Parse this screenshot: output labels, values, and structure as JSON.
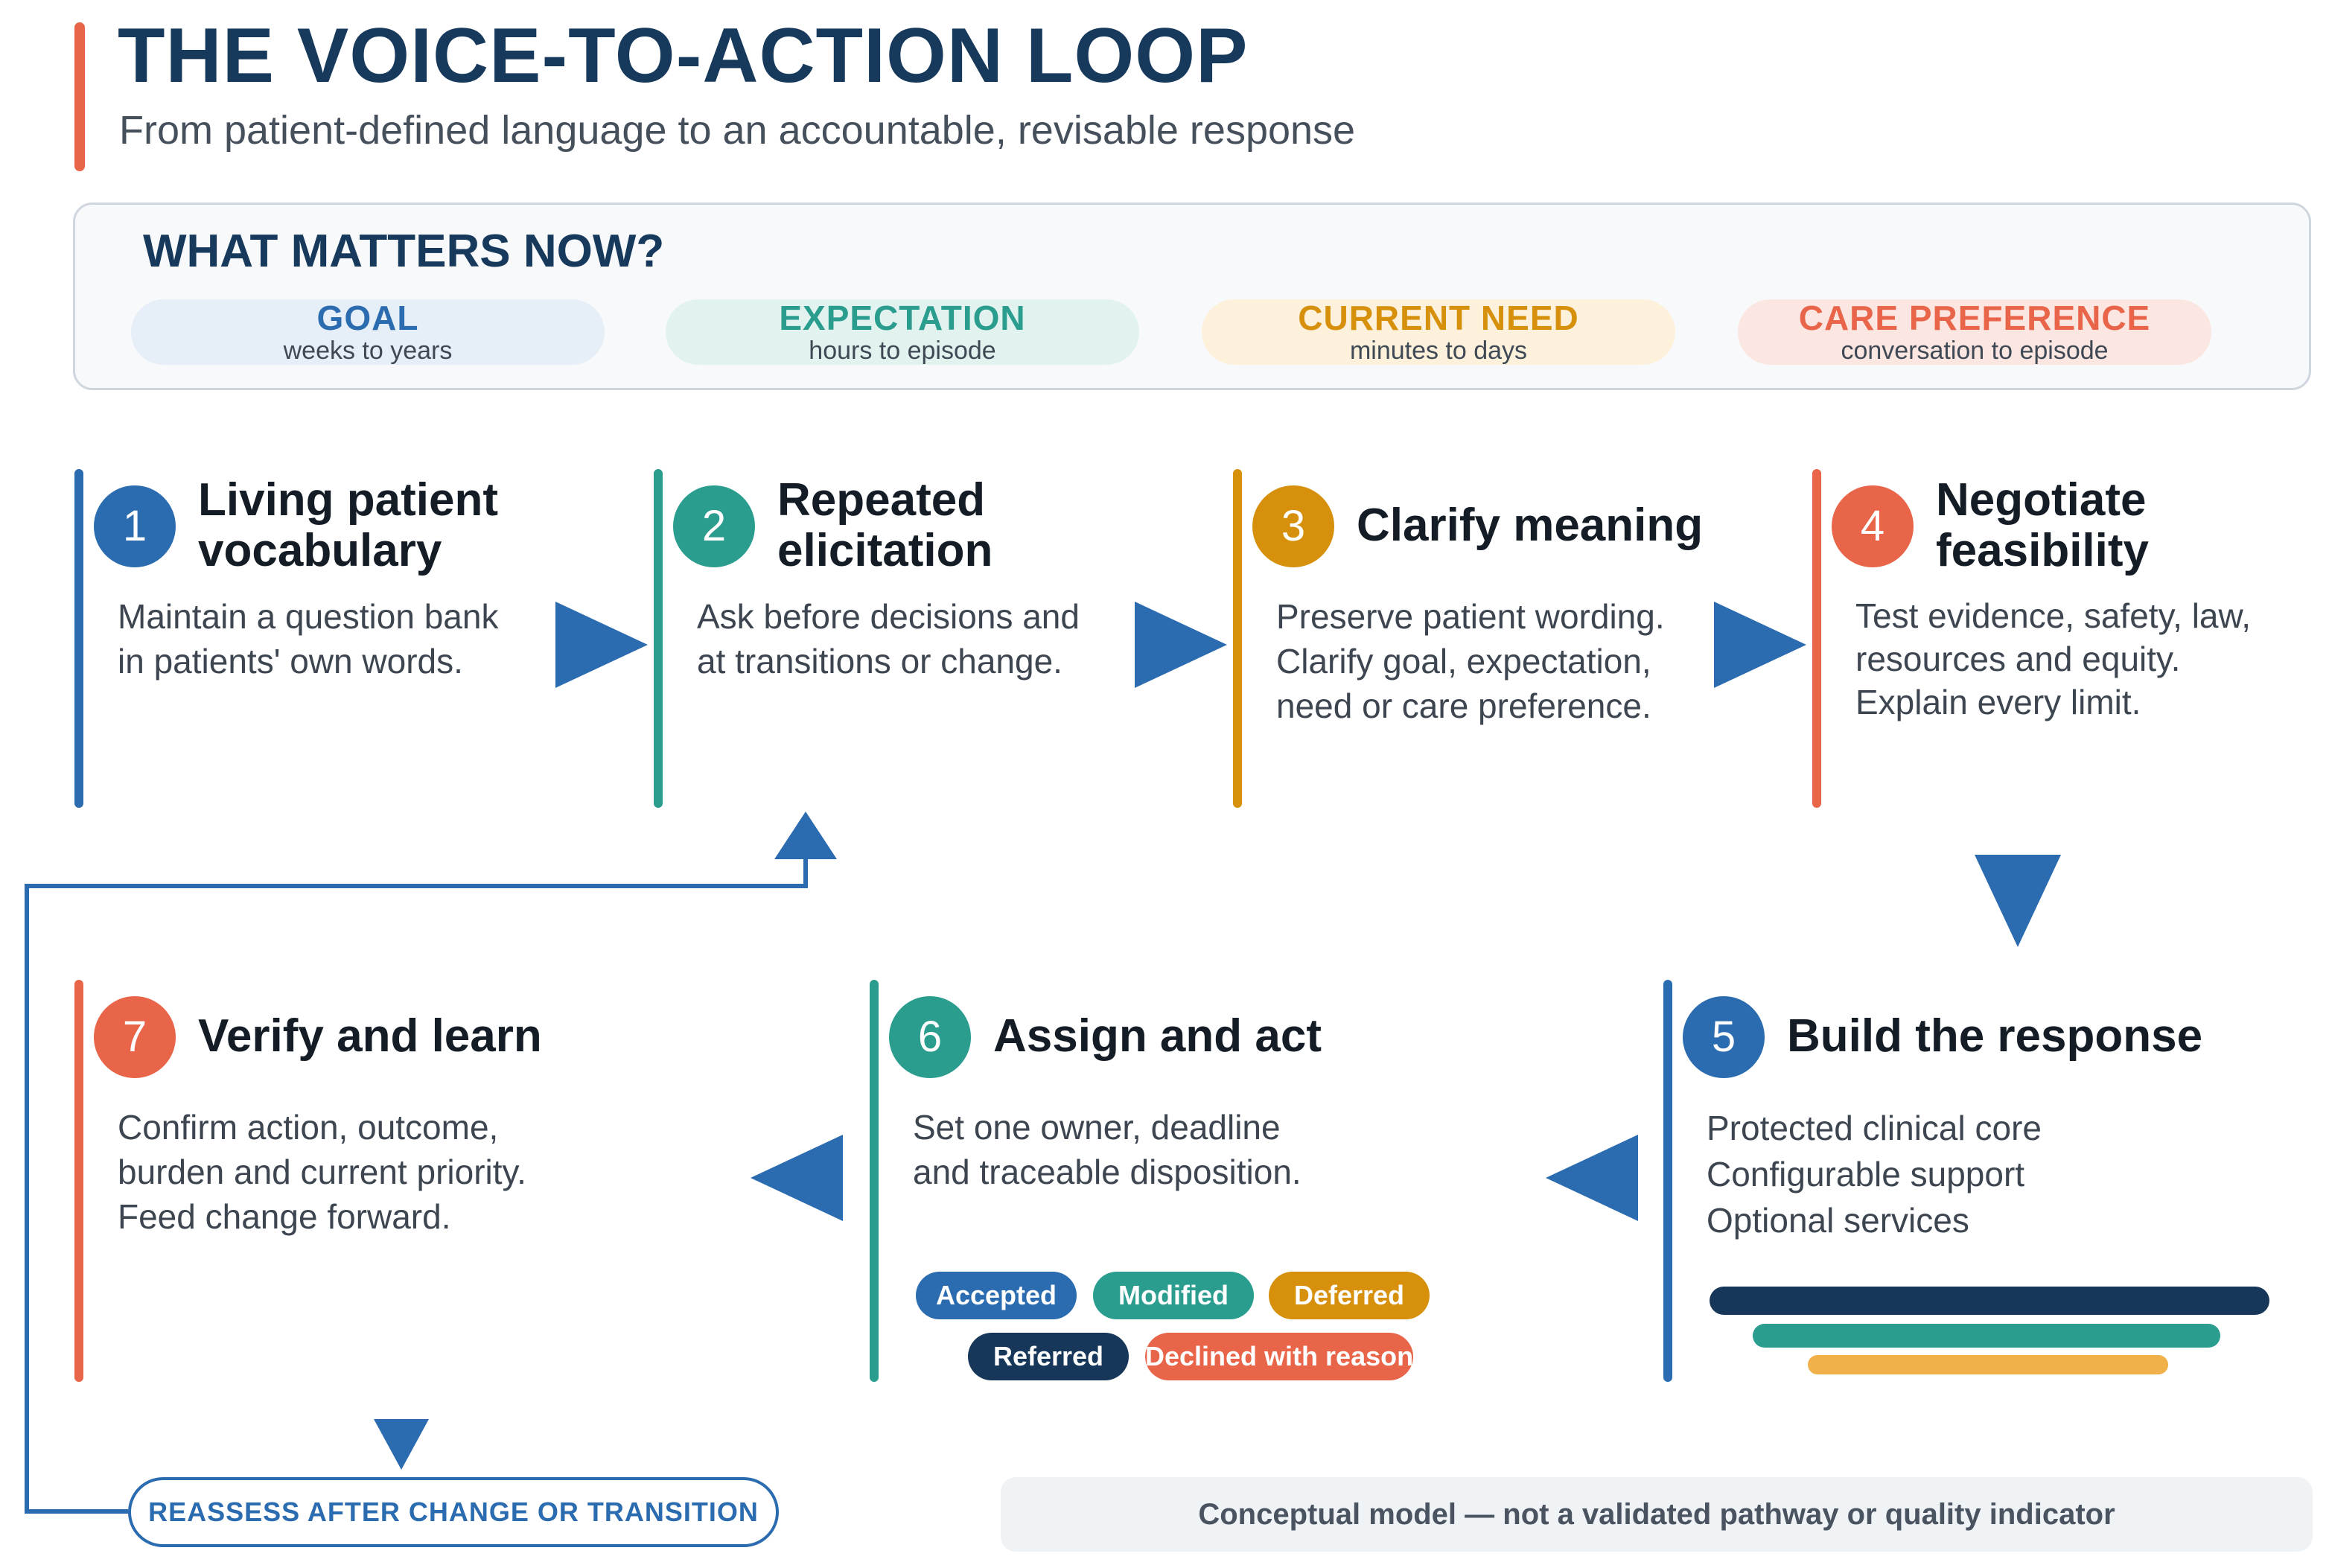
{
  "header": {
    "title": "THE VOICE-TO-ACTION LOOP",
    "subtitle": "From patient-defined language to an accountable, revisable response"
  },
  "what_matters": {
    "title": "WHAT MATTERS NOW?",
    "categories": [
      {
        "label": "GOAL",
        "timeframe": "weeks to years",
        "color": "#2b6cb0",
        "bg": "#e6eef7"
      },
      {
        "label": "EXPECTATION",
        "timeframe": "hours to episode",
        "color": "#2a9d8f",
        "bg": "#e2f3ef"
      },
      {
        "label": "CURRENT NEED",
        "timeframe": "minutes to days",
        "color": "#d6900c",
        "bg": "#fdf1dc"
      },
      {
        "label": "CARE PREFERENCE",
        "timeframe": "conversation to episode",
        "color": "#e8654a",
        "bg": "#fce6e1"
      }
    ]
  },
  "steps": [
    {
      "number": "1",
      "title": "Living patient\nvocabulary",
      "description": "Maintain a question bank\nin patients' own words.",
      "color": "#2b6cb0"
    },
    {
      "number": "2",
      "title": "Repeated\nelicitation",
      "description": "Ask before decisions and\nat transitions or change.",
      "color": "#2a9d8f"
    },
    {
      "number": "3",
      "title": "Clarify meaning",
      "description": "Preserve patient wording.\nClarify goal, expectation,\nneed or care preference.",
      "color": "#d6900c"
    },
    {
      "number": "4",
      "title": "Negotiate\nfeasibility",
      "description": "Test evidence, safety, law,\nresources and equity.\nExplain every limit.",
      "color": "#e8654a"
    },
    {
      "number": "5",
      "title": "Build the response",
      "description": "Protected clinical core\nConfigurable support\nOptional services",
      "color": "#2b6cb0"
    },
    {
      "number": "6",
      "title": "Assign and act",
      "description": "Set one owner, deadline\nand traceable disposition.",
      "color": "#2a9d8f"
    },
    {
      "number": "7",
      "title": "Verify and learn",
      "description": "Confirm action, outcome,\nburden and current priority.\nFeed change forward.",
      "color": "#e8654a"
    }
  ],
  "dispositions": [
    {
      "label": "Accepted",
      "color": "#2b6cb0"
    },
    {
      "label": "Modified",
      "color": "#2a9d8f"
    },
    {
      "label": "Deferred",
      "color": "#d6900c"
    },
    {
      "label": "Referred",
      "color": "#17375a"
    },
    {
      "label": "Declined with reason",
      "color": "#e8654a"
    }
  ],
  "response_layers": [
    {
      "color": "#17375a"
    },
    {
      "color": "#2a9d8f"
    },
    {
      "color": "#f0b04a"
    }
  ],
  "footer": {
    "reassess_label": "REASSESS AFTER CHANGE OR TRANSITION",
    "disclaimer": "Conceptual model — not a validated pathway or quality indicator"
  },
  "colors": {
    "arrow": "#2b6cb0",
    "title": "#16395c",
    "accent": "#e8654a"
  }
}
